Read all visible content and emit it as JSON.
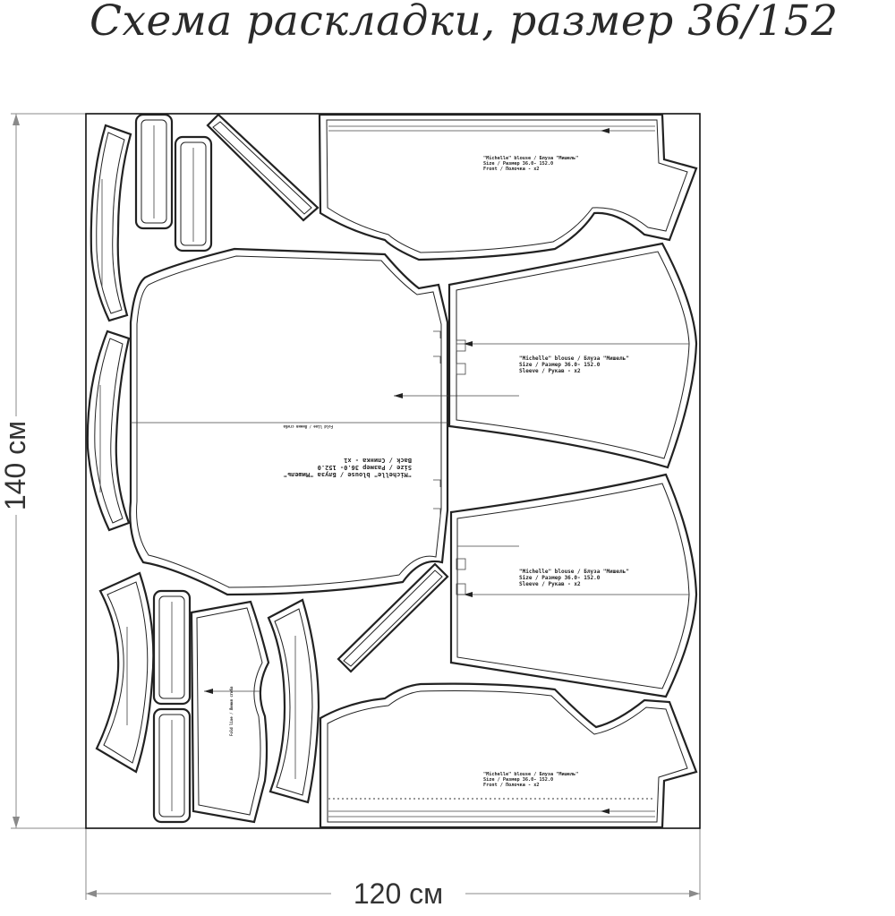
{
  "title": "Схема раскладки, размер 36/152",
  "dimensions": {
    "height_label": "140 см",
    "width_label": "120 см"
  },
  "pieces": {
    "back": {
      "line1": "\"Michelle\" blouse / Блуза \"Мишель\"",
      "line2": "Size / Размер   36.0- 152.0",
      "line3": "Back / Спинка - x1",
      "fold": "Fold line / Линия сгиба"
    },
    "front_top": {
      "line1": "\"Michelle\" blouse / Блуза \"Мишель\"",
      "line2": "Size / Размер   36.0- 152.0",
      "line3": "Front / Полочка - x2"
    },
    "front_bottom": {
      "line1": "\"Michelle\" blouse / Блуза \"Мишель\"",
      "line2": "Size / Размер   36.0- 152.0",
      "line3": "Front / Полочка - x2"
    },
    "sleeve_top": {
      "line1": "\"Michelle\" blouse / Блуза \"Мишель\"",
      "line2": "Size / Размер   36.0- 152.0",
      "line3": "Sleeve / Рукав - x2"
    },
    "sleeve_bottom": {
      "line1": "\"Michelle\" blouse / Блуза \"Мишель\"",
      "line2": "Size / Размер   36.0- 152.0",
      "line3": "Sleeve / Рукав - x2"
    },
    "back_facing": {
      "fold": "Fold line / Линия сгиба"
    }
  }
}
